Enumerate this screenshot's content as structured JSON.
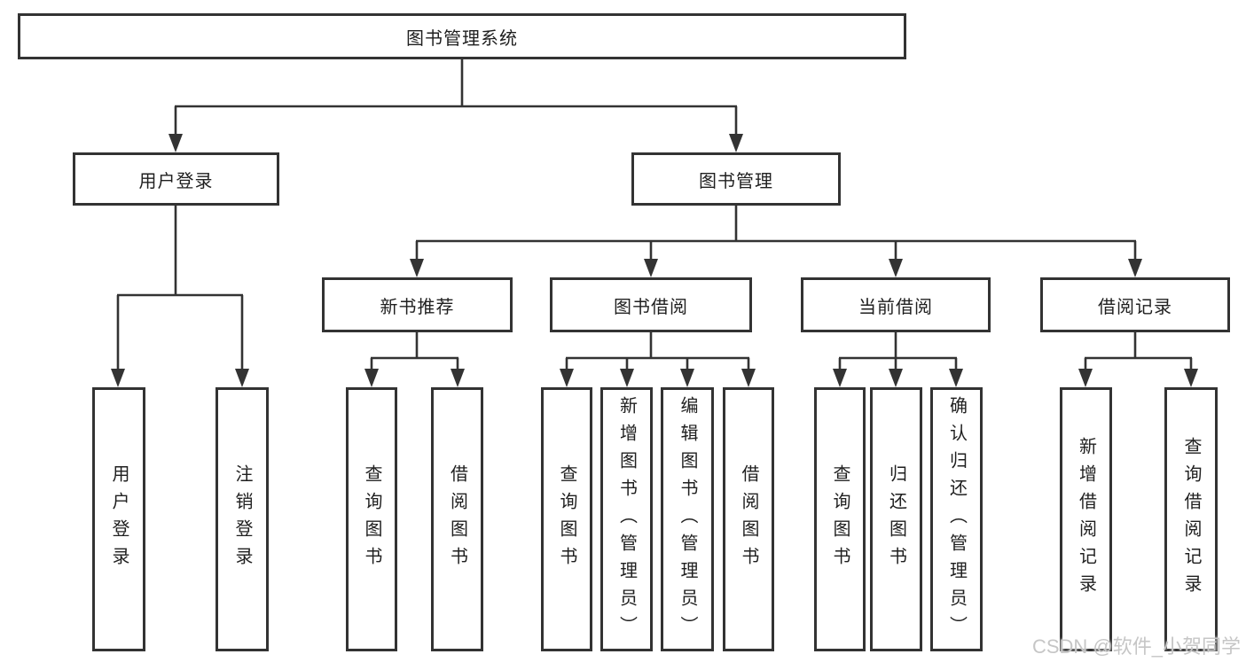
{
  "tree": {
    "label": "图书管理系统",
    "children": [
      {
        "label": "用户登录",
        "children": [
          {
            "label": "用户登录"
          },
          {
            "label": "注销登录"
          }
        ]
      },
      {
        "label": "图书管理",
        "children": [
          {
            "label": "新书推荐",
            "children": [
              {
                "label": "查询图书"
              },
              {
                "label": "借阅图书"
              }
            ]
          },
          {
            "label": "图书借阅",
            "children": [
              {
                "label": "查询图书"
              },
              {
                "label": "新增图书（管理员）"
              },
              {
                "label": "编辑图书（管理员）"
              },
              {
                "label": "借阅图书"
              }
            ]
          },
          {
            "label": "当前借阅",
            "children": [
              {
                "label": "查询图书"
              },
              {
                "label": "归还图书"
              },
              {
                "label": "确认归还（管理员）"
              }
            ]
          },
          {
            "label": "借阅记录",
            "children": [
              {
                "label": "新增借阅记录"
              },
              {
                "label": "查询借阅记录"
              }
            ]
          }
        ]
      }
    ]
  },
  "watermark": {
    "text": "CSDN @软件_小贺同学"
  },
  "colors": {
    "line": "#333333",
    "box_border": "#333333",
    "text": "#1f1f1f",
    "watermark": "#c6c6c6",
    "background": "#ffffff"
  }
}
